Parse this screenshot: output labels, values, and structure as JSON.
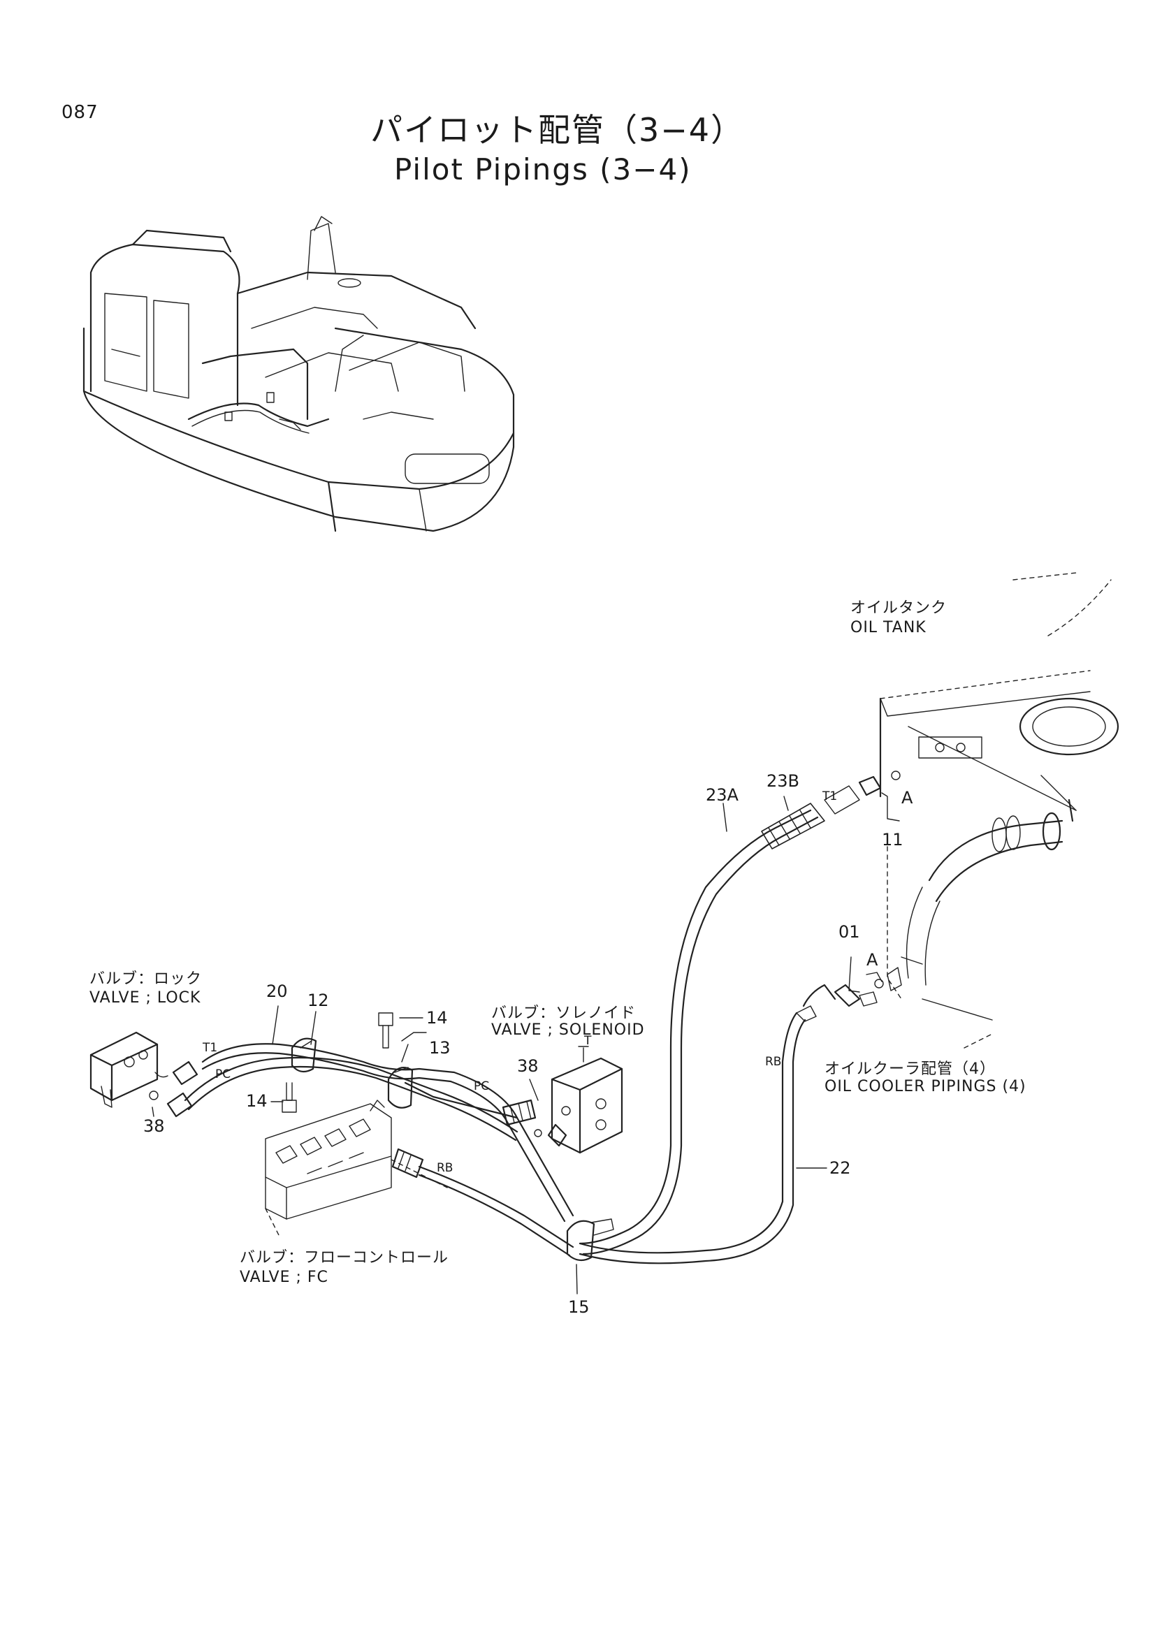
{
  "header": {
    "page_number": "087",
    "title_jp": "パイロット配管（3−4）",
    "title_en": "Pilot Pipings (3−4)"
  },
  "labels": {
    "oil_tank_jp": "オイルタンク",
    "oil_tank_en": "OIL TANK",
    "valve_lock_jp": "バルブ：ロック",
    "valve_lock_en": "VALVE ; LOCK",
    "valve_solenoid_jp": "バルブ：ソレノイド",
    "valve_solenoid_en": "VALVE ; SOLENOID",
    "valve_fc_jp": "バルブ：フローコントロール",
    "valve_fc_en": "VALVE ; FC",
    "oil_cooler_jp": "オイルクーラ配管（4）",
    "oil_cooler_en": "OIL COOLER PIPINGS (4)"
  },
  "callouts": {
    "p20": "20",
    "p12": "12",
    "p14a": "14",
    "p14b": "14",
    "p13": "13",
    "p38a": "38",
    "p38b": "38",
    "p15": "15",
    "p22": "22",
    "p23a": "23A",
    "p23b": "23B",
    "p11": "11",
    "p01": "01",
    "detail_a1": "A",
    "detail_a2": "A"
  },
  "port_labels": {
    "t1_lock": "T1",
    "pc_lock": "PC",
    "pc_sol": "PC",
    "rb_fc": "RB",
    "t1_tank": "T1",
    "rb_cooler": "RB",
    "t_sol": "T"
  }
}
